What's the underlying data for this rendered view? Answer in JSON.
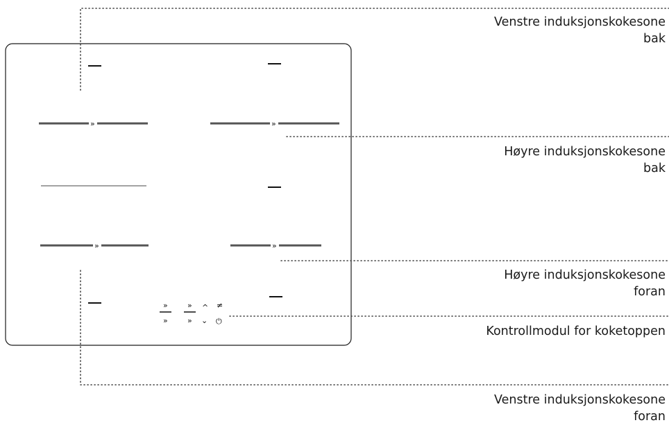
{
  "labels": {
    "left_rear": {
      "line1": "Venstre induksjonskokesone",
      "line2": "bak"
    },
    "right_rear": {
      "line1": "Høyre induksjonskokesone",
      "line2": "bak"
    },
    "right_front": {
      "line1": "Høyre induksjonskokesone",
      "line2": "foran"
    },
    "control_module": {
      "line1": "Kontrollmodul for koketoppen"
    },
    "left_front": {
      "line1": "Venstre induksjonskokesone",
      "line2": "foran"
    }
  },
  "control_icons": {
    "plus_symbol": "»",
    "up_arrow": "^",
    "down_arrow": "⌄",
    "power": "⏻",
    "lock": "≠"
  },
  "colors": {
    "line": "#1a1a1a",
    "leader": "#444444",
    "background": "#ffffff"
  }
}
